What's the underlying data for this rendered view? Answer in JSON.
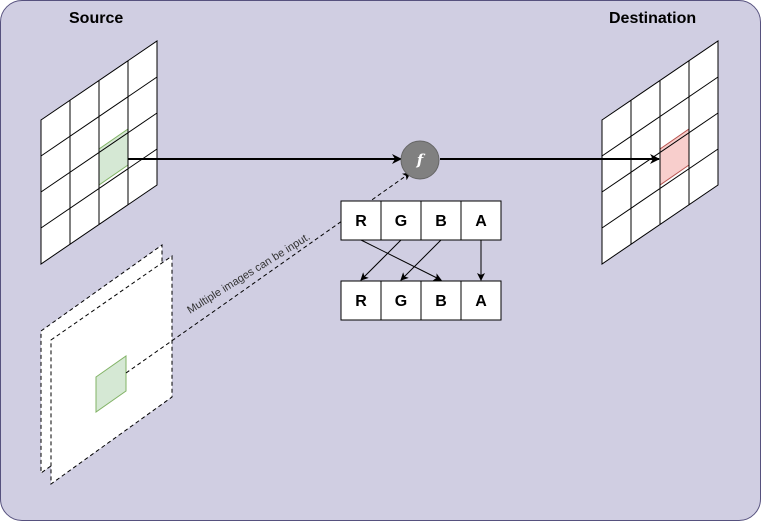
{
  "titles": {
    "source": "Source",
    "destination": "Destination"
  },
  "function_symbol": "f",
  "input_channels": [
    "R",
    "G",
    "B",
    "A"
  ],
  "output_channels": [
    "R",
    "G",
    "B",
    "A"
  ],
  "note": "Multiple images can be input.",
  "colors": {
    "background": "#d0cee2",
    "border": "#56517e",
    "source_cell": "#d5e8d4",
    "destination_cell": "#f8cecc",
    "function_node": "#808080"
  }
}
